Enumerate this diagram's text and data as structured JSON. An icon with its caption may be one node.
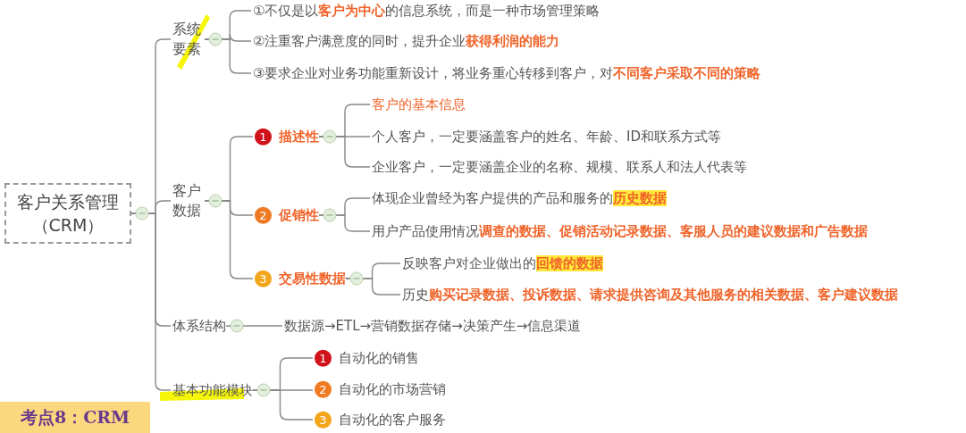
{
  "diagram": {
    "nodes": [
      {
        "text": [
          "客户关系管理（CRM）"
        ]
      },
      {
        "text": [
          "系统要素"
        ]
      },
      {
        "text": [
          "①不仅是以**客户为中心**的信息系统，而是一种市场管理策略"
        ]
      },
      {
        "text": [
          "②注重客户满意度的同时，提升企业**获得利润的能力**"
        ]
      },
      {
        "text": [
          "③要求企业对业务功能重新设计，将业务重心转移到客户，对**不同客户采取不同的策略**"
        ]
      },
      {
        "text": [
          "客户数据"
        ]
      },
      {
        "text": [
          "1",
          "描述性"
        ]
      },
      {
        "text": [
          "客户的基本信息"
        ]
      },
      {
        "text": [
          "个人客户，一定要涵盖客户的姓名、年龄、ID和联系方式等"
        ]
      },
      {
        "text": [
          "企业客户，一定要涵盖企业的名称、规模、联系人和法人代表等"
        ]
      },
      {
        "text": [
          "2",
          "促销性"
        ]
      },
      {
        "text": [
          "体现企业曾经为客户提供的产品和服务的**历史数据**"
        ]
      },
      {
        "text": [
          "用户产品使用情况**调查的数据、促销活动记录数据、客服人员的建议数据和广告数据**"
        ]
      },
      {
        "text": [
          "3",
          "交易性数据"
        ]
      },
      {
        "text": [
          "反映客户对企业做出的**回馈的数据**"
        ]
      },
      {
        "text": [
          "历史**购买记录数据、投诉数据、请求提供咨询及其他服务的相关数据、客户建议数据**"
        ]
      },
      {
        "text": [
          "体系结构"
        ]
      },
      {
        "text": [
          "数据源→ETL→营销数据存储→决策产生→信息渠道"
        ]
      },
      {
        "text": [
          "基本功能模块"
        ]
      },
      {
        "text": [
          "1",
          "自动化的销售"
        ]
      },
      {
        "text": [
          "2",
          "自动化的市场营销"
        ]
      },
      {
        "text": [
          "3",
          "自动化的客户服务"
        ]
      }
    ],
    "edges": [
      {
        "from": 0,
        "to": 1,
        "arrow": "none"
      },
      {
        "from": 0,
        "to": 5,
        "arrow": "none"
      },
      {
        "from": 0,
        "to": 16,
        "arrow": "none"
      },
      {
        "from": 0,
        "to": 18,
        "arrow": "none"
      },
      {
        "from": 1,
        "to": 2,
        "arrow": "none"
      },
      {
        "from": 1,
        "to": 3,
        "arrow": "none"
      },
      {
        "from": 1,
        "to": 4,
        "arrow": "none"
      },
      {
        "from": 5,
        "to": 6,
        "arrow": "none"
      },
      {
        "from": 5,
        "to": 10,
        "arrow": "none"
      },
      {
        "from": 5,
        "to": 13,
        "arrow": "none"
      },
      {
        "from": 6,
        "to": 7,
        "arrow": "none"
      },
      {
        "from": 6,
        "to": 8,
        "arrow": "none"
      },
      {
        "from": 6,
        "to": 9,
        "arrow": "none"
      },
      {
        "from": 10,
        "to": 11,
        "arrow": "none"
      },
      {
        "from": 10,
        "to": 12,
        "arrow": "none"
      },
      {
        "from": 13,
        "to": 14,
        "arrow": "none"
      },
      {
        "from": 13,
        "to": 15,
        "arrow": "none"
      },
      {
        "from": 16,
        "to": 17,
        "arrow": "none"
      },
      {
        "from": 18,
        "to": 19,
        "arrow": "none"
      },
      {
        "from": 18,
        "to": 20,
        "arrow": "none"
      },
      {
        "from": 18,
        "to": 21,
        "arrow": "none"
      }
    ],
    "labels": [
      "考点8：CRM"
    ]
  }
}
